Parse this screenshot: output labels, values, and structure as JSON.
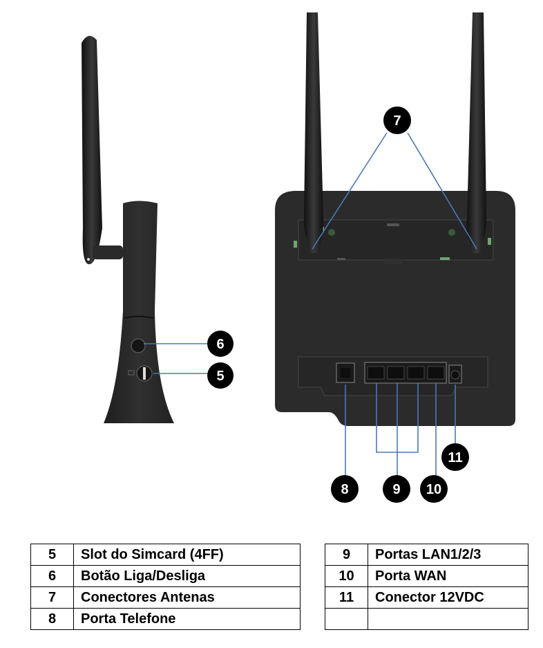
{
  "callouts": [
    {
      "id": "6",
      "label": "6"
    },
    {
      "id": "5",
      "label": "5"
    },
    {
      "id": "7",
      "label": "7"
    },
    {
      "id": "8",
      "label": "8"
    },
    {
      "id": "9",
      "label": "9"
    },
    {
      "id": "10",
      "label": "10"
    },
    {
      "id": "11",
      "label": "11"
    }
  ],
  "legend_left": [
    {
      "num": "5",
      "text": "Slot do Simcard (4FF)"
    },
    {
      "num": "6",
      "text": "Botão Liga/Desliga"
    },
    {
      "num": "7",
      "text": "Conectores Antenas"
    },
    {
      "num": "8",
      "text": "Porta Telefone"
    }
  ],
  "legend_right": [
    {
      "num": "9",
      "text": "Portas LAN1/2/3"
    },
    {
      "num": "10",
      "text": "Porta WAN"
    },
    {
      "num": "11",
      "text": "Conector 12VDC"
    },
    {
      "num": "",
      "text": ""
    }
  ],
  "colors": {
    "device": "#2b2b2b",
    "device_dark": "#1a1a1a",
    "leader_line": "#4a78b8",
    "callout_fill": "#000000"
  }
}
